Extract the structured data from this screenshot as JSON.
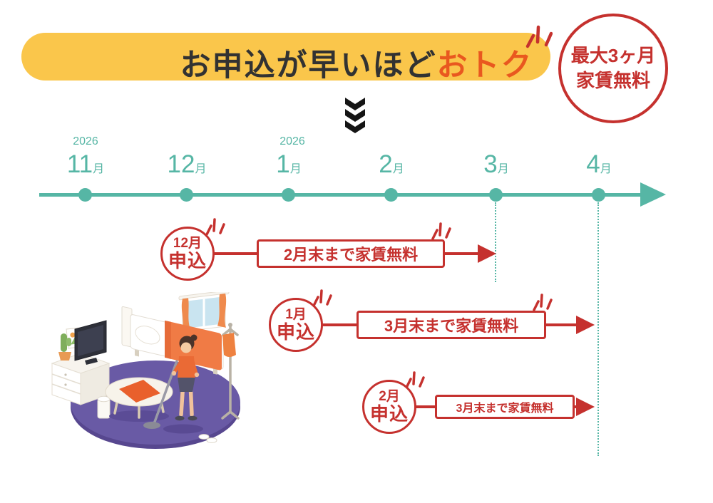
{
  "banner": {
    "text_main": "お申込が早いほど",
    "text_highlight": "おトク"
  },
  "badge": {
    "line1": "最大3ヶ月",
    "line2": "家賃無料"
  },
  "timeline": {
    "year_left": "2026",
    "year_mid": "2026",
    "months": [
      {
        "number": "11",
        "suffix": "月"
      },
      {
        "number": "12",
        "suffix": "月"
      },
      {
        "number": "1",
        "suffix": "月"
      },
      {
        "number": "2",
        "suffix": "月"
      },
      {
        "number": "3",
        "suffix": "月"
      },
      {
        "number": "4",
        "suffix": "月"
      }
    ]
  },
  "offers": [
    {
      "month": "12月",
      "action": "申込",
      "label": "2月末まで家賃無料"
    },
    {
      "month": "1月",
      "action": "申込",
      "label": "3月末まで家賃無料"
    },
    {
      "month": "2月",
      "action": "申込",
      "label": "3月末まで家賃無料"
    }
  ],
  "colors": {
    "banner_yellow": "#FAC64B",
    "accent_red": "#C5312E",
    "highlight_orange": "#E9581F",
    "timeline_teal": "#56B6A5",
    "text_dark": "#323232",
    "rug_purple": "#695AA5"
  }
}
